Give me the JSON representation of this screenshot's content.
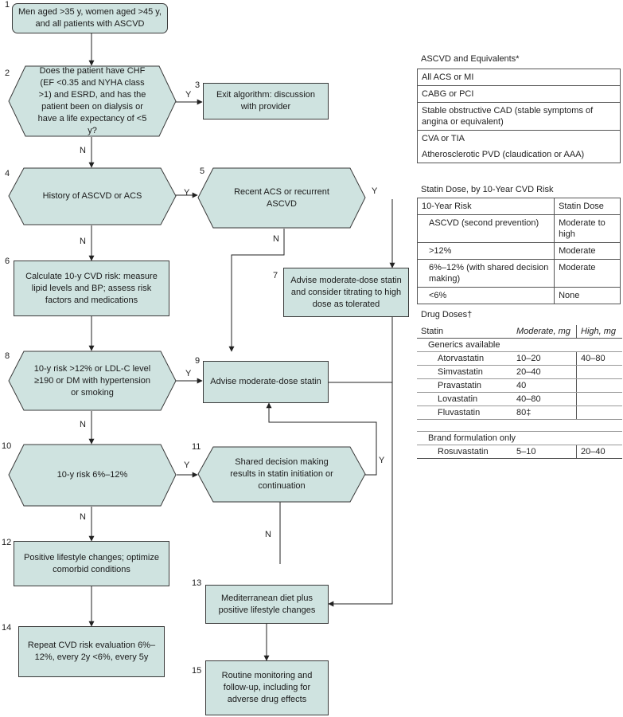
{
  "nodes": {
    "n1": {
      "num": "1",
      "text": "Men aged >35 y, women aged >45 y, and all patients with ASCVD"
    },
    "n2": {
      "num": "2",
      "text": "Does the patient have CHF (EF <0.35 and NYHA class >1) and ESRD, and has the patient been on dialysis or have a life expectancy of <5 y?"
    },
    "n3": {
      "num": "3",
      "text": "Exit algorithm: discussion with provider"
    },
    "n4": {
      "num": "4",
      "text": "History of ASCVD or ACS"
    },
    "n5": {
      "num": "5",
      "text": "Recent ACS or recurrent ASCVD"
    },
    "n6": {
      "num": "6",
      "text": "Calculate 10-y CVD risk: measure lipid levels and BP; assess risk factors and medications"
    },
    "n7": {
      "num": "7",
      "text": "Advise moderate-dose statin and consider titrating to high dose as tolerated"
    },
    "n8": {
      "num": "8",
      "text": "10-y risk >12% or LDL-C level ≥190 or DM with hypertension or smoking"
    },
    "n9": {
      "num": "9",
      "text": "Advise moderate-dose statin"
    },
    "n10": {
      "num": "10",
      "text": "10-y risk 6%–12%"
    },
    "n11": {
      "num": "11",
      "text": "Shared decision making results in statin initiation or continuation"
    },
    "n12": {
      "num": "12",
      "text": "Positive lifestyle changes; optimize comorbid conditions"
    },
    "n13": {
      "num": "13",
      "text": "Mediterranean diet plus positive lifestyle changes"
    },
    "n14": {
      "num": "14",
      "text": "Repeat CVD risk evaluation 6%–12%, every 2y <6%, every 5y"
    },
    "n15": {
      "num": "15",
      "text": "Routine monitoring and follow-up, including for adverse drug effects"
    }
  },
  "edge_labels": {
    "yes": "Y",
    "no": "N"
  },
  "ascvd_table": {
    "title": "ASCVD and Equivalents*",
    "rows": [
      "All ACS or MI",
      "CABG or PCI",
      "Stable obstructive CAD (stable symptoms of angina or equivalent)",
      "CVA or TIA",
      "Atherosclerotic PVD (claudication or AAA)"
    ]
  },
  "statin_dose_table": {
    "title": "Statin Dose, by 10-Year CVD Risk",
    "headers": [
      "10-Year Risk",
      "Statin Dose"
    ],
    "rows": [
      [
        "ASCVD (second prevention)",
        "Moderate to high"
      ],
      [
        ">12%",
        "Moderate"
      ],
      [
        "6%–12% (with shared decision making)",
        "Moderate"
      ],
      [
        "<6%",
        "None"
      ]
    ]
  },
  "drug_doses_table": {
    "title": "Drug Doses†",
    "headers": [
      "Statin",
      "Moderate, mg",
      "High, mg"
    ],
    "group1": "Generics available",
    "generics": [
      [
        "Atorvastatin",
        "10–20",
        "40–80"
      ],
      [
        "Simvastatin",
        "20–40",
        ""
      ],
      [
        "Pravastatin",
        "40",
        ""
      ],
      [
        "Lovastatin",
        "40–80",
        ""
      ],
      [
        "Fluvastatin",
        "80‡",
        ""
      ]
    ],
    "group2": "Brand formulation only",
    "brand": [
      [
        "Rosuvastatin",
        "5–10",
        "20–40"
      ]
    ]
  }
}
